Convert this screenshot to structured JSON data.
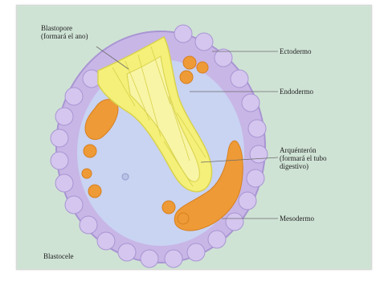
{
  "labels": {
    "blastopore": "Blastopore\n(formará el ano)",
    "ectoderm": "Ectodermo",
    "endoderm": "Endodermo",
    "archenteron": "Arquénterón\n(formará el tubo\ndigestivo)",
    "mesoderm": "Mesodermo",
    "blastocoel": "Blastocele"
  },
  "colors": {
    "background": "#cfe3d5",
    "ectoderm": "#c8b6e6",
    "ectoderm_edge": "#a995d3",
    "blastocoel": "#c9d3f2",
    "endoderm": "#f4f07a",
    "endoderm_edge": "#d8d24a",
    "mesoderm": "#ee9a36",
    "leader_line": "#6c6c6c"
  }
}
